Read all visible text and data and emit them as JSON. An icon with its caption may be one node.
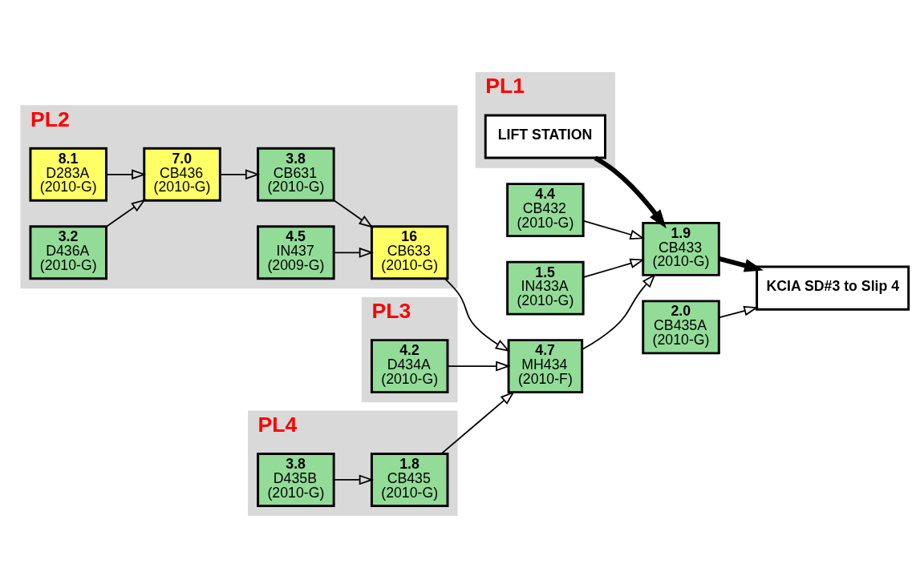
{
  "diagram": {
    "nodes": [
      {
        "text": [
          "PL1"
        ]
      },
      {
        "text": [
          "LIFT STATION"
        ],
        "in": 0
      },
      {
        "text": [
          "1.9",
          "CB433",
          "(2010-G)"
        ]
      },
      {
        "text": [
          "KCIA SD#3 to Slip 4"
        ]
      },
      {
        "text": [
          "4.4",
          "CB432",
          "(2010-G)"
        ]
      },
      {
        "text": [
          "1.5",
          "IN433A",
          "(2010-G)"
        ]
      },
      {
        "text": [
          "PL2"
        ]
      },
      {
        "text": [
          "8.1",
          "D283A",
          "(2010-G)"
        ],
        "in": 6
      },
      {
        "text": [
          "7.0",
          "CB436",
          "(2010-G)"
        ],
        "in": 6
      },
      {
        "text": [
          "3.8",
          "CB631",
          "(2010-G)"
        ],
        "in": 6
      },
      {
        "text": [
          "16",
          "CB633",
          "(2010-G)"
        ],
        "in": 6
      },
      {
        "text": [
          "3.2",
          "D436A",
          "(2010-G)"
        ],
        "in": 6
      },
      {
        "text": [
          "4.5",
          "IN437",
          "(2009-G)"
        ],
        "in": 6
      },
      {
        "text": [
          "4.7",
          "MH434",
          "(2010-F)"
        ]
      },
      {
        "text": [
          "PL3"
        ]
      },
      {
        "text": [
          "4.2",
          "D434A",
          "(2010-G)"
        ],
        "in": 14
      },
      {
        "text": [
          "PL4"
        ]
      },
      {
        "text": [
          "3.8",
          "D435B",
          "(2010-G)"
        ],
        "in": 16
      },
      {
        "text": [
          "1.8",
          "CB435",
          "(2010-G)"
        ],
        "in": 16
      },
      {
        "text": [
          "2.0",
          "CB435A",
          "(2010-G)"
        ]
      }
    ],
    "edges": [
      {
        "from": 1,
        "to": 2,
        "arrow": "to",
        "style": "thick"
      },
      {
        "from": 2,
        "to": 3,
        "arrow": "to",
        "style": "thick"
      },
      {
        "from": 4,
        "to": 2,
        "arrow": "to"
      },
      {
        "from": 5,
        "to": 2,
        "arrow": "to"
      },
      {
        "from": 7,
        "to": 8,
        "arrow": "to"
      },
      {
        "from": 11,
        "to": 8,
        "arrow": "to"
      },
      {
        "from": 8,
        "to": 9,
        "arrow": "to"
      },
      {
        "from": 9,
        "to": 10,
        "arrow": "to"
      },
      {
        "from": 12,
        "to": 10,
        "arrow": "to"
      },
      {
        "from": 10,
        "to": 13,
        "arrow": "to"
      },
      {
        "from": 13,
        "to": 2,
        "arrow": "to"
      },
      {
        "from": 15,
        "to": 13,
        "arrow": "to"
      },
      {
        "from": 17,
        "to": 18,
        "arrow": "to"
      },
      {
        "from": 18,
        "to": 13,
        "arrow": "to"
      },
      {
        "from": 19,
        "to": 3,
        "arrow": "to"
      }
    ]
  }
}
